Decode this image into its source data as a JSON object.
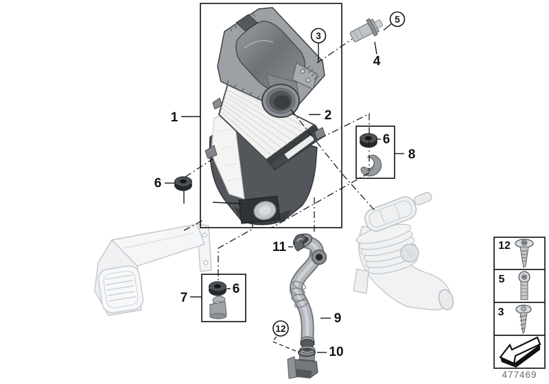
{
  "diagram": {
    "drawing_number": "477469",
    "background_color": "#ffffff",
    "line_color": "#1a1a1a",
    "description": "Exploded parts diagram of an intake silencer / air filter assembly"
  },
  "callouts": {
    "intake_silencer_assembly": {
      "label": "1",
      "circled": false
    },
    "filter_element": {
      "label": "2",
      "circled": false
    },
    "cover_screw": {
      "label": "3",
      "circled": true
    },
    "mass_air_sensor": {
      "label": "4",
      "circled": false
    },
    "sensor_screw": {
      "label": "5",
      "circled": true
    },
    "grommet_right": {
      "label": "6",
      "circled": false
    },
    "grommet_left": {
      "label": "6",
      "circled": false
    },
    "grommet_lower": {
      "label": "6",
      "circled": false
    },
    "bracket_kit_lower": {
      "label": "7",
      "circled": false
    },
    "bracket_kit_right": {
      "label": "8",
      "circled": false
    },
    "vent_hose": {
      "label": "9",
      "circled": false
    },
    "hose_connector": {
      "label": "10",
      "circled": false
    },
    "hose_clip": {
      "label": "11",
      "circled": false
    },
    "connector_screw": {
      "label": "12",
      "circled": true
    }
  },
  "legend": {
    "rows": [
      {
        "ref": "12",
        "icon": "flange-torx-screw-icon"
      },
      {
        "ref": "5",
        "icon": "pan-head-screw-icon"
      },
      {
        "ref": "3",
        "icon": "self-tapping-screw-icon"
      },
      {
        "ref": "",
        "icon": "direction-arrow-icon"
      }
    ],
    "footer": "477469"
  },
  "parts_without_callout": [
    {
      "name": "intake-duct",
      "style": "ghosted reference part, lower left"
    },
    {
      "name": "intake-boot-hose",
      "style": "ghosted reference part, lower right"
    }
  ]
}
